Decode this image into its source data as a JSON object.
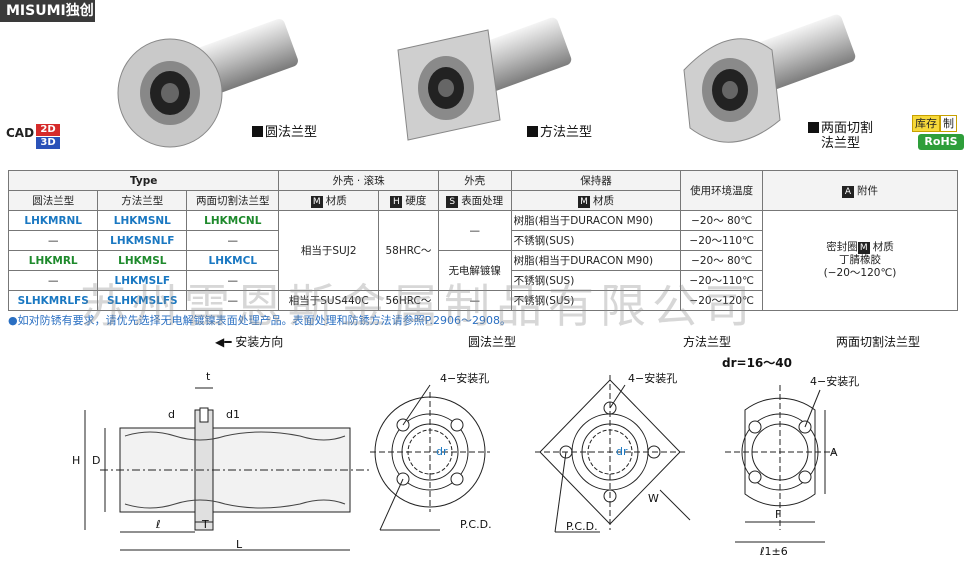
{
  "brand": {
    "name": "MISUMI独创"
  },
  "products": [
    {
      "caption": "圆法兰型"
    },
    {
      "caption": "方法兰型"
    },
    {
      "caption_line1": "两面切割",
      "caption_line2": "法兰型"
    }
  ],
  "badges": {
    "cad": "CAD",
    "cad_2d": "2D",
    "cad_3d": "3D",
    "stock": "库存",
    "stock2": "制",
    "rohs": "RoHS"
  },
  "table": {
    "headers": {
      "type": "Type",
      "type_round": "圆法兰型",
      "type_square": "方法兰型",
      "type_cut": "两面切割法兰型",
      "shell_ball": "外壳 · 滚珠",
      "material_icon": "M",
      "material": "材质",
      "hardness_icon": "H",
      "hardness": "硬度",
      "shell": "外壳",
      "surface_icon": "S",
      "surface": "表面处理",
      "retainer": "保持器",
      "retainer_icon": "M",
      "retainer_material": "材质",
      "temp": "使用环境温度",
      "accessory_icon": "A",
      "accessory": "附件"
    },
    "rows": [
      {
        "round": "LHKMRNL",
        "square": "LHKMSNL",
        "cut": "LHKMCNL",
        "retainer": "树脂(相当于DURACON M90)",
        "temp": "−20～ 80℃"
      },
      {
        "round": "—",
        "square": "LHKMSNLF",
        "cut": "—",
        "retainer": "不锈钢(SUS)",
        "temp": "−20～110℃"
      },
      {
        "round": "LHKMRL",
        "square": "LHKMSL",
        "cut": "LHKMCL",
        "retainer": "树脂(相当于DURACON M90)",
        "temp": "−20～ 80℃"
      },
      {
        "round": "—",
        "square": "LHKMSLF",
        "cut": "—",
        "retainer": "不锈钢(SUS)",
        "temp": "−20～110℃"
      },
      {
        "round": "SLHKMRLFS",
        "square": "SLHKMSLFS",
        "cut": "—",
        "retainer": "不锈钢(SUS)",
        "temp": "−20～120℃"
      }
    ],
    "merged": {
      "material_a": "相当于SUJ2",
      "hardness_a": "58HRC～",
      "surface_a": "—",
      "surface_b": "无电解镀镍",
      "material_b": "相当于SUS440C",
      "hardness_b": "56HRC～",
      "surface_c": "—",
      "accessory_value_1": "密封圈",
      "accessory_icon": "M",
      "accessory_value_2": "材质",
      "accessory_value_3": "丁腈橡胶",
      "accessory_value_4": "(−20～120℃)"
    }
  },
  "note": "如对防锈有要求，请优先选择无电解镀镍表面处理产品。表面处理和防锈方法请参照P.2906～2908。",
  "watermark": "苏州雷恩斯金属制品有限公司",
  "drawing": {
    "mount_direction": "安装方向",
    "view_round": "圆法兰型",
    "view_square": "方法兰型",
    "view_cut": "两面切割法兰型",
    "dr_note": "dr=16～40",
    "hole_label": "4−安装孔",
    "pcd": "P.C.D.",
    "labels": {
      "t": "t",
      "d": "d",
      "d1": "d1",
      "H": "H",
      "D": "D",
      "l": "ℓ",
      "T": "T",
      "L": "L",
      "dr": "dr",
      "W": "W",
      "A": "A",
      "F": "F",
      "bottom": "ℓ1±6"
    }
  }
}
